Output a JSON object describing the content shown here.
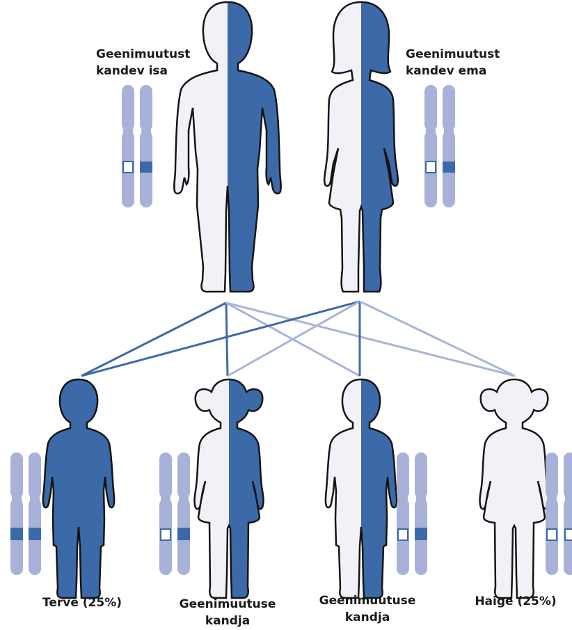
{
  "colors": {
    "dark": "#3c6aa8",
    "light": "#f2f1f7",
    "outline": "#141414",
    "chromosome": "#a8b2d8",
    "line_dark": "#3f69a9",
    "line_light": "#a9b5d9"
  },
  "parents": {
    "father": {
      "line1": "Geenimuutust",
      "line2": "kandev isa"
    },
    "mother": {
      "line1": "Geenimuutust",
      "line2": "kandev ema"
    }
  },
  "children": [
    {
      "line1": "Terve (25%)",
      "line2": ""
    },
    {
      "line1": "Geenimuutuse",
      "line2": "kandja"
    },
    {
      "line1": "Geenimuutuse",
      "line2": "kandja"
    },
    {
      "line1": "Haige (25%)",
      "line2": ""
    }
  ]
}
